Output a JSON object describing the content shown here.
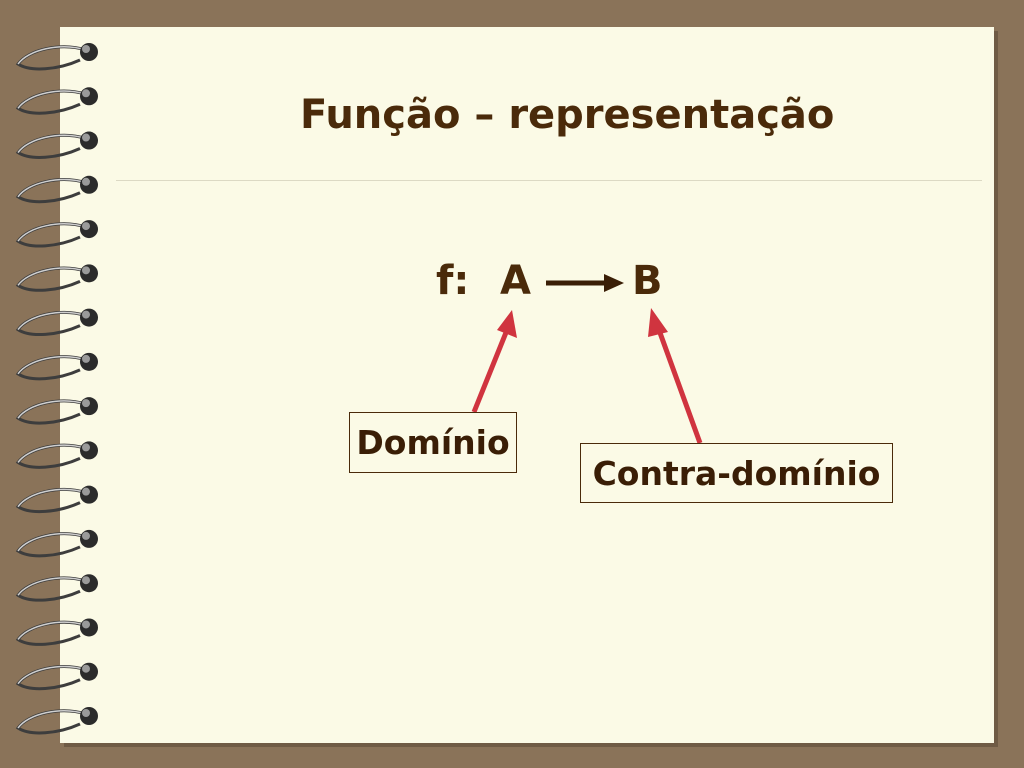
{
  "slide": {
    "title": "Função – representação",
    "formula": {
      "prefix": "f:",
      "domain_set": "A",
      "codomain_set": "B"
    },
    "labels": {
      "domain": "Domínio",
      "codomain": "Contra-domínio"
    }
  },
  "colors": {
    "background": "#8a7359",
    "paper": "#fbfae6",
    "text": "#4a2a0a",
    "pointer_arrow": "#d0343f"
  },
  "decoration": {
    "spiral_rings": 16
  }
}
